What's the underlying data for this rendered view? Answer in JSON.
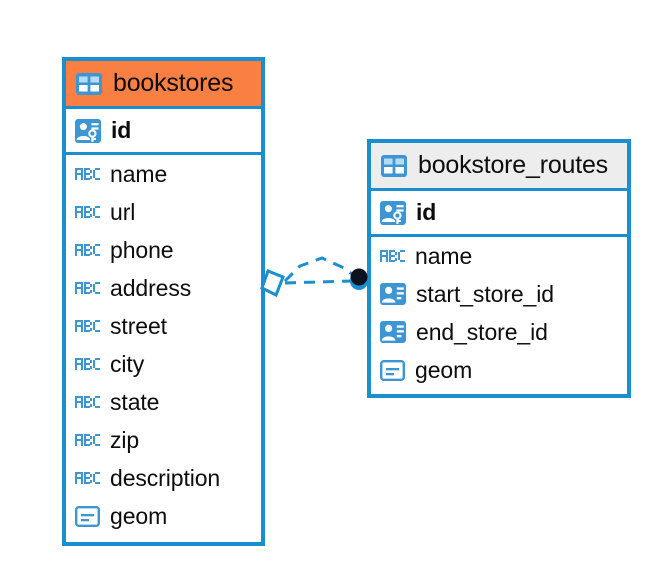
{
  "diagram": {
    "type": "entity-relationship-diagram",
    "background_color": "#ffffff",
    "accent_color": "#1a8fd0",
    "selected_header_color": "#f97f43",
    "header_color": "#ededed"
  },
  "entities": [
    {
      "name": "bookstores",
      "header_icon": "table-icon",
      "selected": true,
      "header_color": "#f97f43",
      "primary_key": {
        "label": "id",
        "icon": "primary-key-icon",
        "type": "key"
      },
      "fields": [
        {
          "label": "name",
          "icon": "abc-icon",
          "type": "text"
        },
        {
          "label": "url",
          "icon": "abc-icon",
          "type": "text"
        },
        {
          "label": "phone",
          "icon": "abc-icon",
          "type": "text"
        },
        {
          "label": "address",
          "icon": "abc-icon",
          "type": "text"
        },
        {
          "label": "street",
          "icon": "abc-icon",
          "type": "text"
        },
        {
          "label": "city",
          "icon": "abc-icon",
          "type": "text"
        },
        {
          "label": "state",
          "icon": "abc-icon",
          "type": "text"
        },
        {
          "label": "zip",
          "icon": "abc-icon",
          "type": "text"
        },
        {
          "label": "description",
          "icon": "abc-icon",
          "type": "text"
        },
        {
          "label": "geom",
          "icon": "geometry-icon",
          "type": "geometry"
        }
      ]
    },
    {
      "name": "bookstore_routes",
      "header_icon": "table-icon",
      "selected": false,
      "header_color": "#ededed",
      "primary_key": {
        "label": "id",
        "icon": "primary-key-icon",
        "type": "key"
      },
      "fields": [
        {
          "label": "name",
          "icon": "abc-icon",
          "type": "text"
        },
        {
          "label": "start_store_id",
          "icon": "foreign-key-icon",
          "type": "reference"
        },
        {
          "label": "end_store_id",
          "icon": "foreign-key-icon",
          "type": "reference"
        },
        {
          "label": "geom",
          "icon": "geometry-icon",
          "type": "geometry"
        }
      ]
    }
  ],
  "relationship": {
    "source_entity": "bookstores",
    "target_entity": "bookstore_routes",
    "source_marker": "diamond",
    "target_marker": "filled-circle",
    "line_style": "dashed",
    "color": "#1a8fd0",
    "branch_count": 2
  }
}
